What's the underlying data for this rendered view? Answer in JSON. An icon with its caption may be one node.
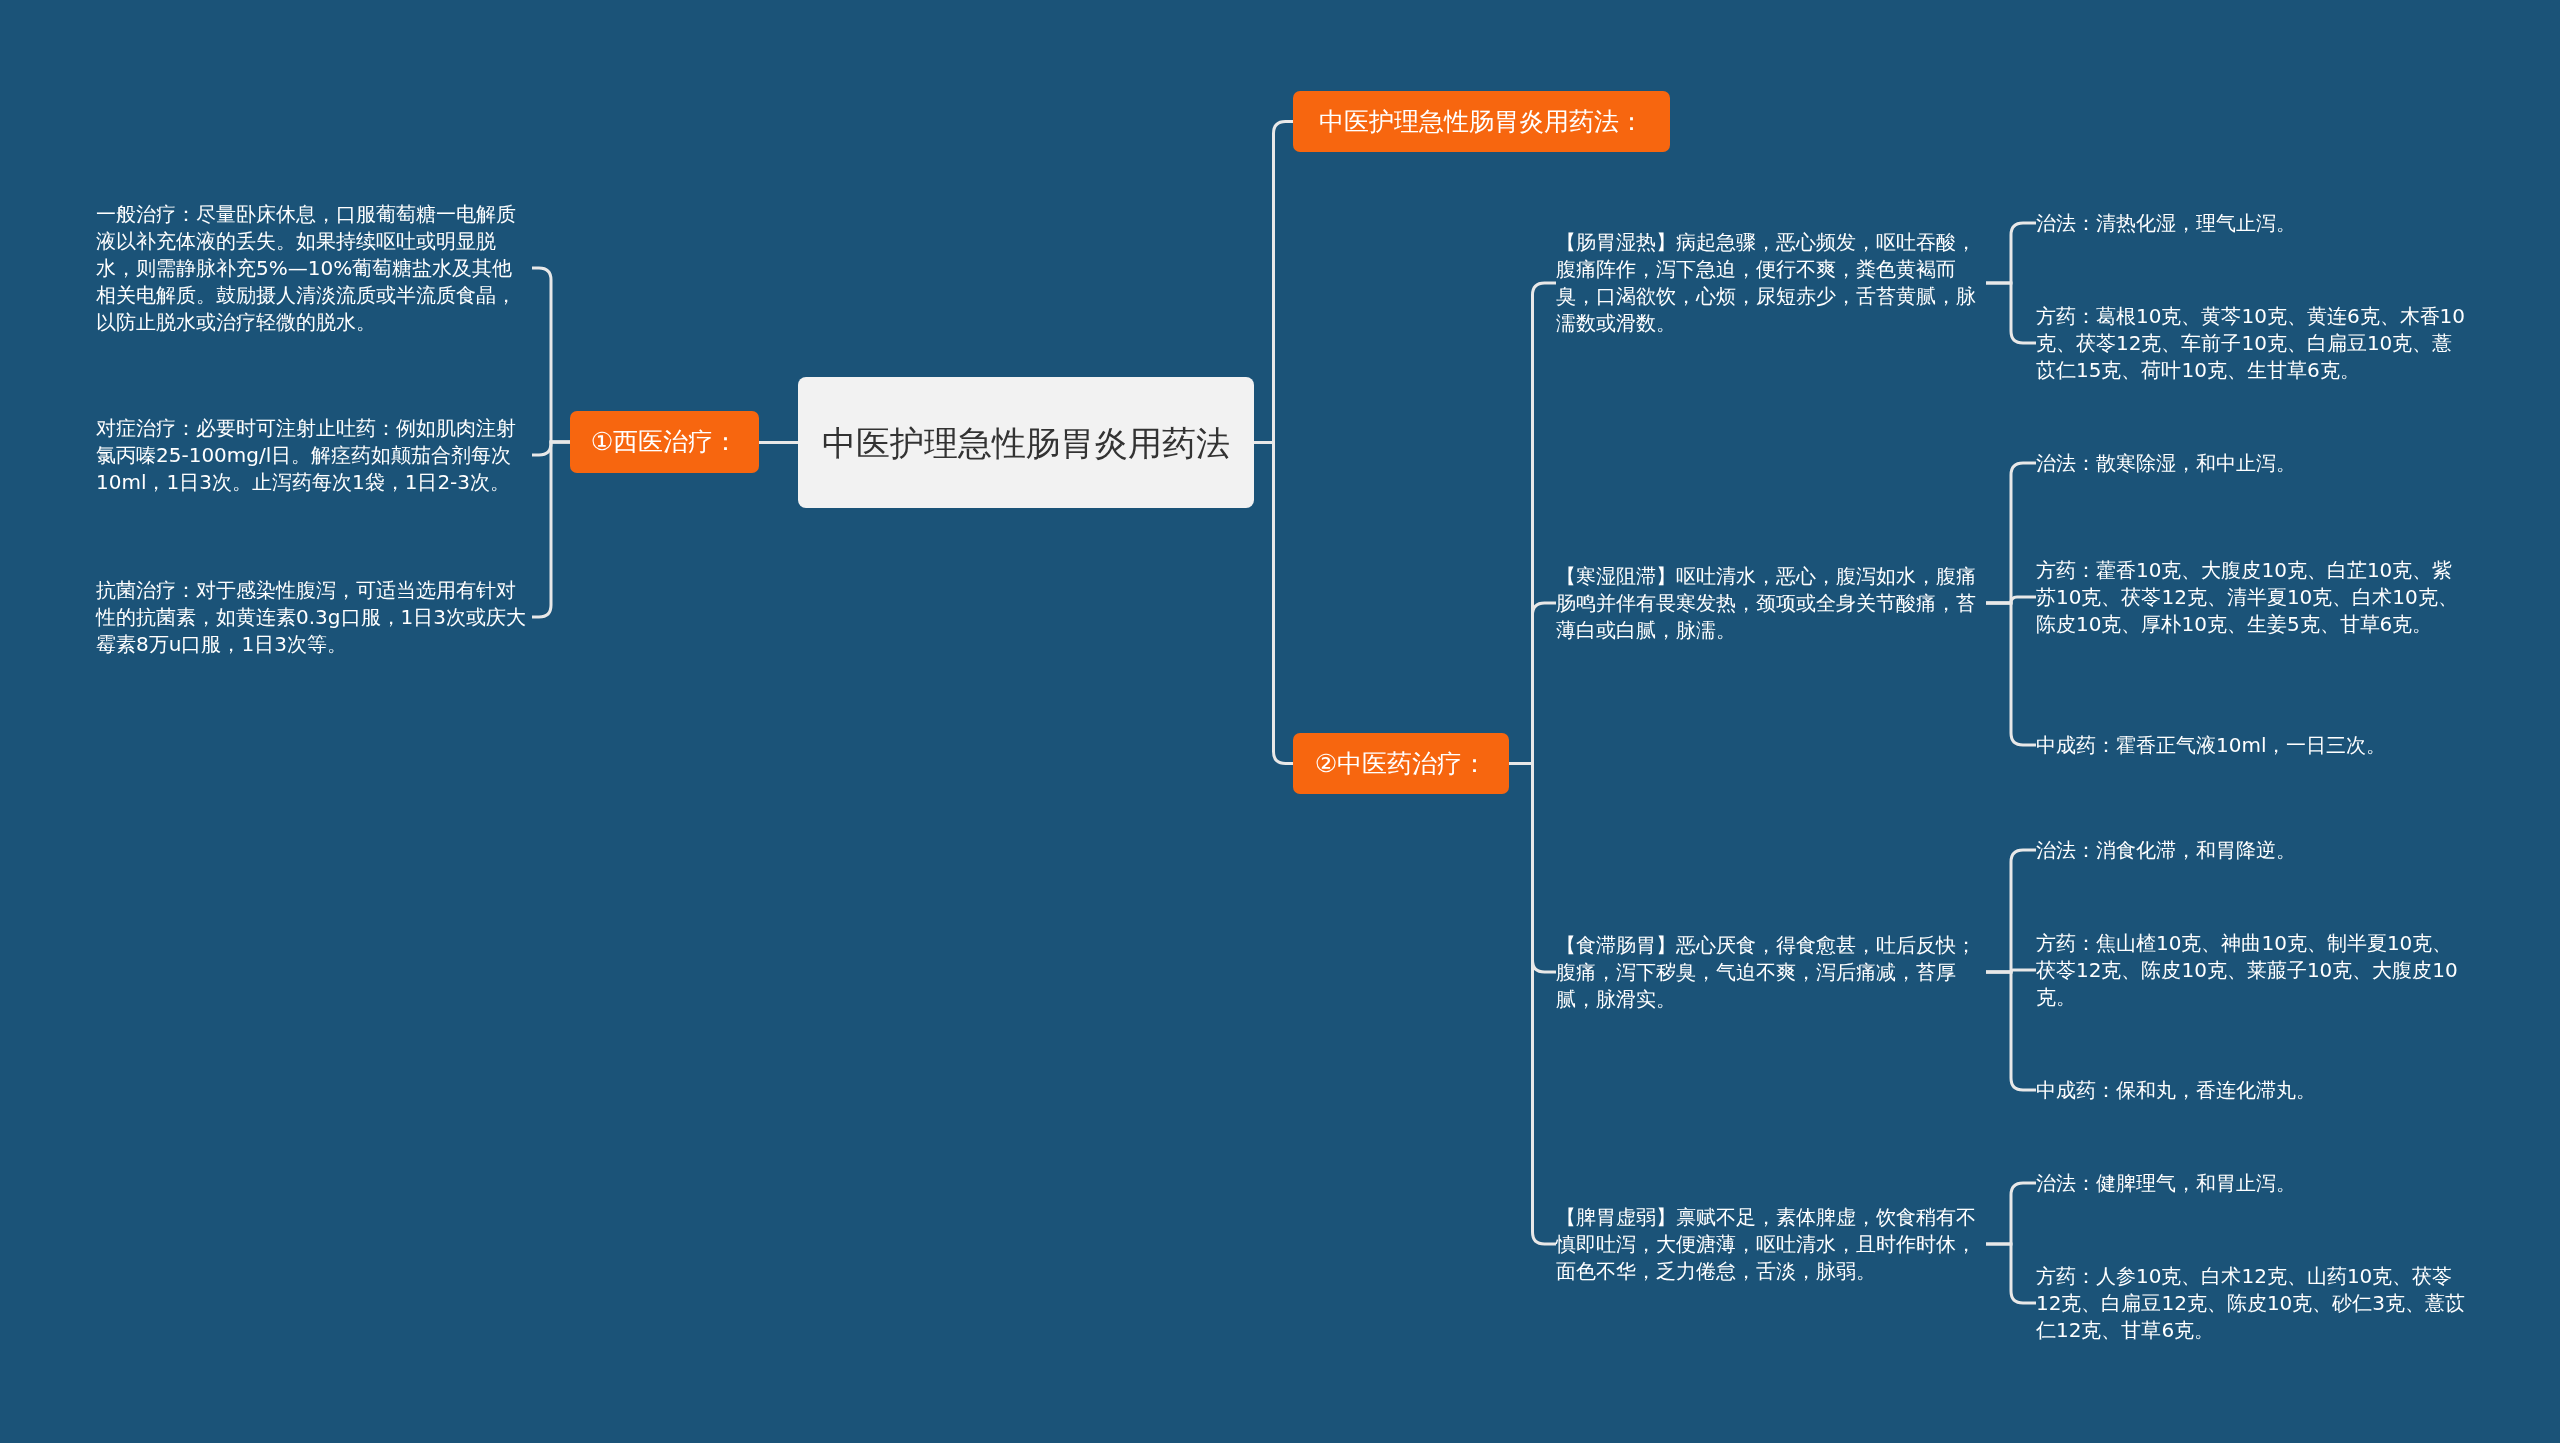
{
  "diagram": {
    "nodes": [
      {
        "text": [
          "中医护理急性肠胃炎用药法"
        ]
      },
      {
        "text": [
          "①西医治疗："
        ]
      },
      {
        "text": [
          "一般治疗：尽量卧床休息，口服葡萄糖一电解质液以补充体液的丢失。如果持续呕吐或明显脱水，则需静脉补充5%—10%葡萄糖盐水及其他相关电解质。鼓励摄人清淡流质或半流质食晶，以防止脱水或治疗轻微的脱水。"
        ]
      },
      {
        "text": [
          "对症治疗：必要时可注射止吐药：例如肌肉注射氯丙嗪25-100mg/l日。解痉药如颠茄合剂每次10ml，1日3次。止泻药每次1袋，1日2-3次。"
        ]
      },
      {
        "text": [
          "抗菌治疗：对于感染性腹泻，可适当选用有针对性的抗菌素，如黄连素0.3g口服，1日3次或庆大霉素8万u口服，1日3次等。"
        ]
      },
      {
        "text": [
          "中医护理急性肠胃炎用药法："
        ]
      },
      {
        "text": [
          "②中医药治疗："
        ]
      },
      {
        "text": [
          "【肠胃湿热】病起急骤，恶心频发，呕吐吞酸，腹痛阵作，泻下急迫，便行不爽，粪色黄褐而臭，口渴欲饮，心烦，尿短赤少，舌苔黄腻，脉濡数或滑数。"
        ]
      },
      {
        "text": [
          "【寒湿阻滞】呕吐清水，恶心，腹泻如水，腹痛肠鸣并伴有畏寒发热，颈项或全身关节酸痛，苔薄白或白腻，脉濡。"
        ]
      },
      {
        "text": [
          "【食滞肠胃】恶心厌食，得食愈甚，吐后反快；腹痛，泻下秽臭，气迫不爽，泻后痛减，苔厚腻，脉滑实。"
        ]
      },
      {
        "text": [
          "【脾胃虚弱】禀赋不足，素体脾虚，饮食稍有不慎即吐泻，大便溏薄，呕吐清水，且时作时休，面色不华，乏力倦怠，舌淡，脉弱。"
        ]
      },
      {
        "text": [
          "治法：清热化湿，理气止泻。"
        ]
      },
      {
        "text": [
          "方药：葛根10克、黄芩10克、黄连6克、木香10克、茯苓12克、车前子10克、白扁豆10克、薏苡仁15克、荷叶10克、生甘草6克。"
        ]
      },
      {
        "text": [
          "治法：散寒除湿，和中止泻。"
        ]
      },
      {
        "text": [
          "方药：藿香10克、大腹皮10克、白芷10克、紫苏10克、茯苓12克、清半夏10克、白术10克、陈皮10克、厚朴10克、生姜5克、甘草6克。"
        ]
      },
      {
        "text": [
          "中成药：霍香正气液10ml，一日三次。"
        ]
      },
      {
        "text": [
          "治法：消食化滞，和胃降逆。"
        ]
      },
      {
        "text": [
          "方药：焦山楂10克、神曲10克、制半夏10克、茯苓12克、陈皮10克、莱菔子10克、大腹皮10克。"
        ]
      },
      {
        "text": [
          "中成药：保和丸，香连化滞丸。"
        ]
      },
      {
        "text": [
          "治法：健脾理气，和胃止泻。"
        ]
      },
      {
        "text": [
          "方药：人参10克、白术12克、山药10克、茯苓12克、白扁豆12克、陈皮10克、砂仁3克、薏苡仁12克、甘草6克。"
        ]
      }
    ],
    "edges": [
      {
        "from": 0,
        "to": 1,
        "arrow": "none"
      },
      {
        "from": 0,
        "to": 5,
        "arrow": "none"
      },
      {
        "from": 0,
        "to": 6,
        "arrow": "none"
      },
      {
        "from": 1,
        "to": 2,
        "arrow": "none"
      },
      {
        "from": 1,
        "to": 3,
        "arrow": "none"
      },
      {
        "from": 1,
        "to": 4,
        "arrow": "none"
      },
      {
        "from": 6,
        "to": 7,
        "arrow": "none"
      },
      {
        "from": 6,
        "to": 8,
        "arrow": "none"
      },
      {
        "from": 6,
        "to": 9,
        "arrow": "none"
      },
      {
        "from": 6,
        "to": 10,
        "arrow": "none"
      },
      {
        "from": 7,
        "to": 11,
        "arrow": "none"
      },
      {
        "from": 7,
        "to": 12,
        "arrow": "none"
      },
      {
        "from": 8,
        "to": 13,
        "arrow": "none"
      },
      {
        "from": 8,
        "to": 14,
        "arrow": "none"
      },
      {
        "from": 8,
        "to": 15,
        "arrow": "none"
      },
      {
        "from": 9,
        "to": 16,
        "arrow": "none"
      },
      {
        "from": 9,
        "to": 17,
        "arrow": "none"
      },
      {
        "from": 9,
        "to": 18,
        "arrow": "none"
      },
      {
        "from": 10,
        "to": 19,
        "arrow": "none"
      },
      {
        "from": 10,
        "to": 20,
        "arrow": "none"
      }
    ]
  }
}
